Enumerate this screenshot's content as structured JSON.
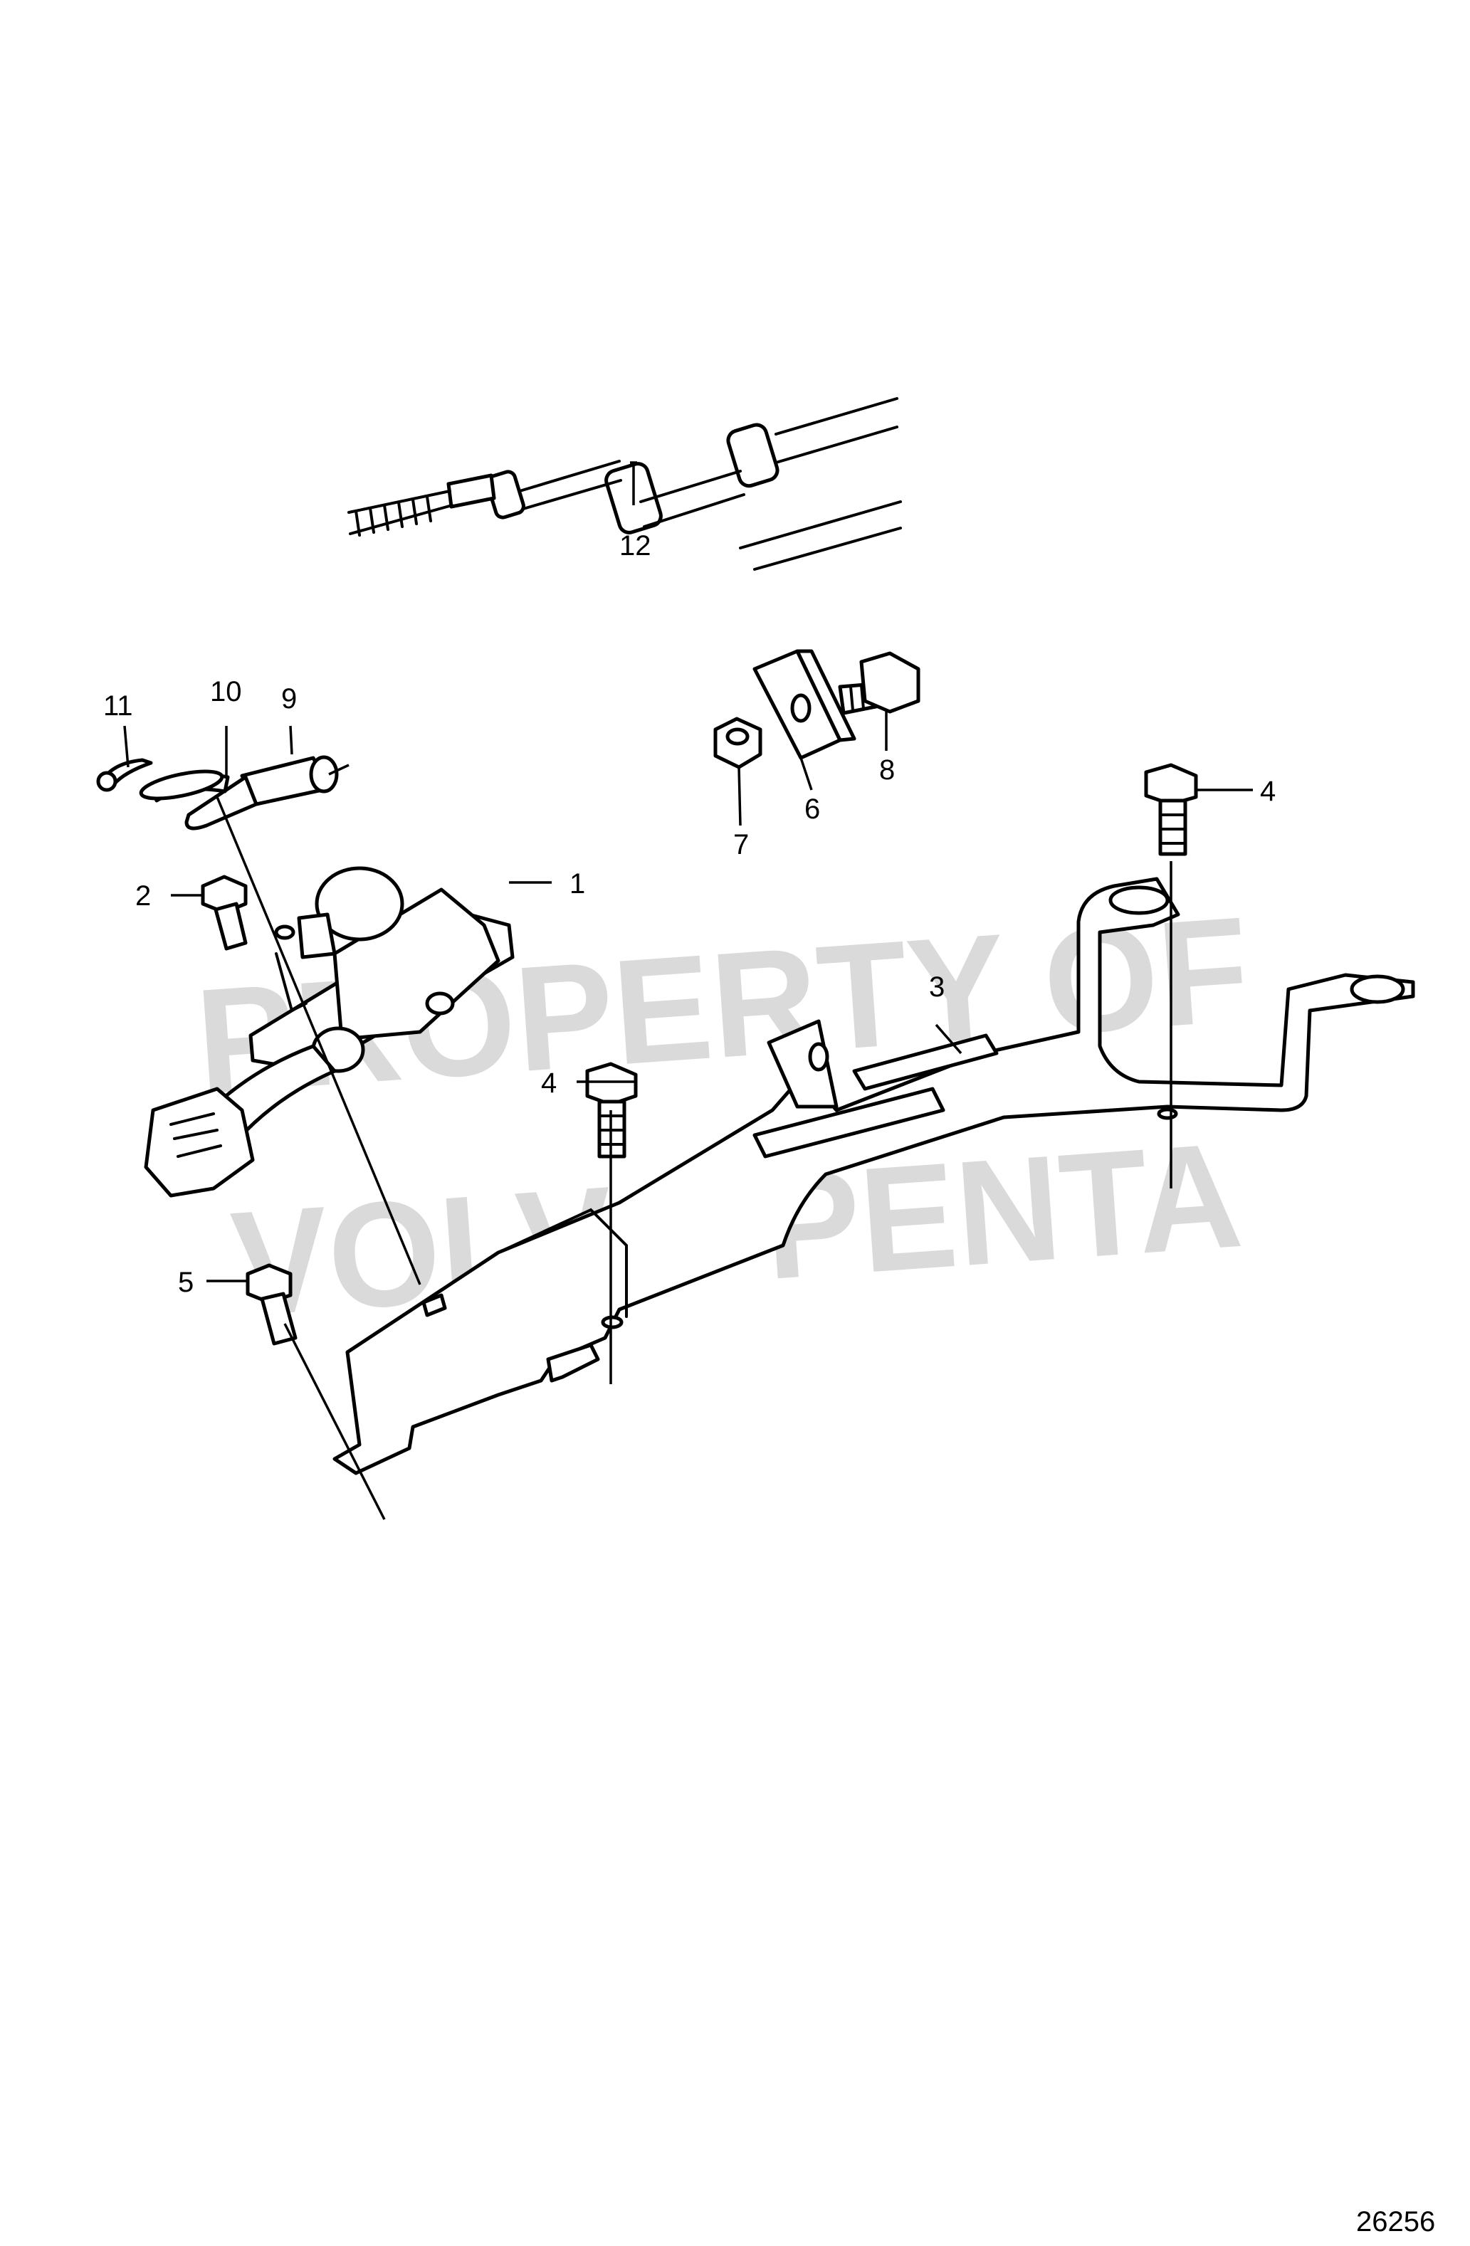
{
  "watermark": {
    "line1": "PROPERTY OF",
    "line2": "VOLVO PENTA"
  },
  "figure_number": "26256",
  "callouts": [
    {
      "id": "c1",
      "label": "1"
    },
    {
      "id": "c2",
      "label": "2"
    },
    {
      "id": "c3",
      "label": "3"
    },
    {
      "id": "c4a",
      "label": "4"
    },
    {
      "id": "c4b",
      "label": "4"
    },
    {
      "id": "c5",
      "label": "5"
    },
    {
      "id": "c6",
      "label": "6"
    },
    {
      "id": "c7",
      "label": "7"
    },
    {
      "id": "c8",
      "label": "8"
    },
    {
      "id": "c9",
      "label": "9"
    },
    {
      "id": "c10",
      "label": "10"
    },
    {
      "id": "c11",
      "label": "11"
    },
    {
      "id": "c12",
      "label": "12"
    }
  ]
}
